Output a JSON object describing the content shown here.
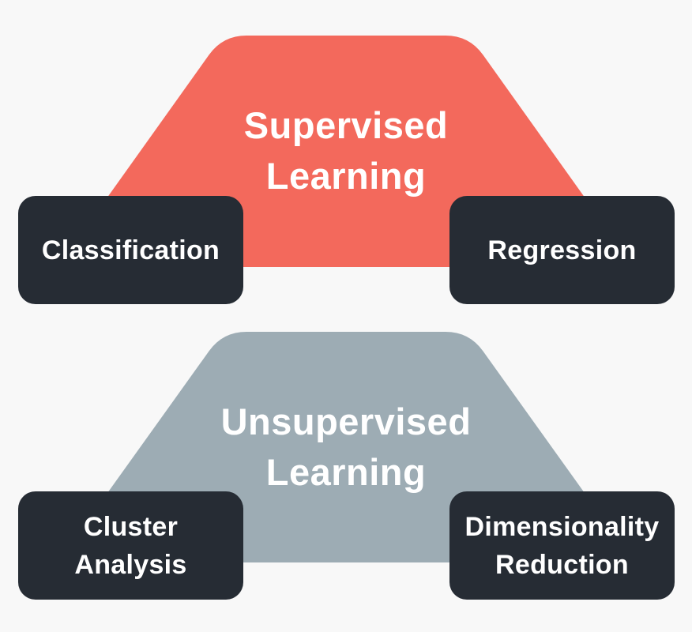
{
  "canvas": {
    "background": "#F8F8F8"
  },
  "node_style": {
    "bg": "#262C34",
    "text_color": "#FFFFFF"
  },
  "sections": [
    {
      "title_lines": [
        "Supervised",
        "Learning"
      ],
      "shape_color": "#F3695C",
      "title_color": "#FFFFFF",
      "nodes": [
        {
          "lines": [
            "Classification"
          ]
        },
        {
          "lines": [
            "Regression"
          ]
        }
      ]
    },
    {
      "title_lines": [
        "Unsupervised",
        "Learning"
      ],
      "shape_color": "#9DACB4",
      "title_color": "#FFFFFF",
      "nodes": [
        {
          "lines": [
            "Cluster",
            "Analysis"
          ]
        },
        {
          "lines": [
            "Dimensionality",
            "Reduction"
          ]
        }
      ]
    }
  ]
}
